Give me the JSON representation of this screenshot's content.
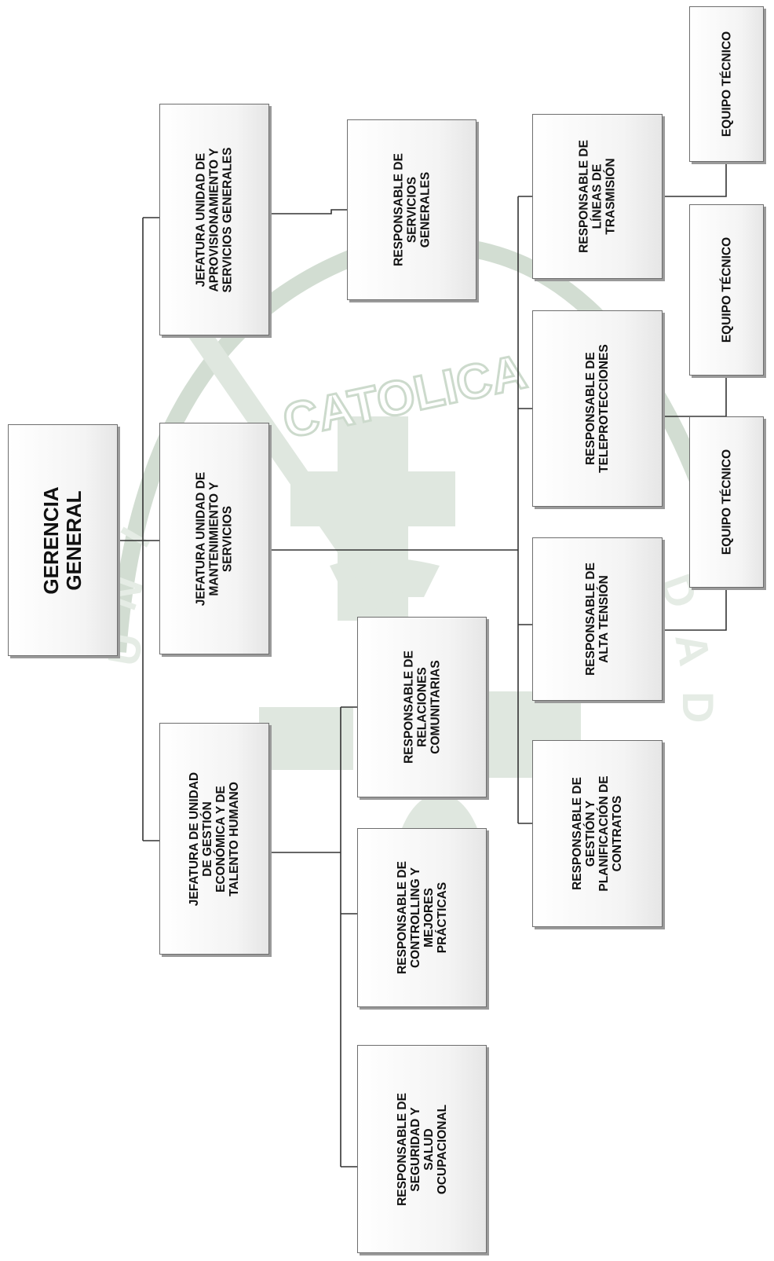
{
  "colors": {
    "box_border": "#6e6e6e",
    "box_shadow": "#9a9a9a",
    "connector": "#333333",
    "watermark": "#9cb59c"
  },
  "watermark": {
    "text": "CATOLICA",
    "letters": [
      "U",
      "N",
      "I",
      "D",
      "A",
      "D"
    ]
  },
  "nodes": {
    "gerencia": "GERENCIA\nGENERAL",
    "jef_aprovisionamiento": "JEFATURA UNIDAD DE\nAPROVISIONAMIENTO Y\nSERVICIOS GENERALES",
    "jef_mantenimiento": "JEFATURA UNIDAD DE\nMANTENIMIENTO Y\nSERVICIOS",
    "jef_gestion": "JEFATURA DE UNIDAD\nDE GESTIÓN\nECONÓMICA Y DE\nTALENTO HUMANO",
    "resp_servicios_generales": "RESPONSABLE DE\nSERVICIOS\nGENERALES",
    "resp_relaciones": "RESPONSABLE DE\nRELACIONES\nCOMUNITARIAS",
    "resp_controlling": "RESPONSABLE DE\nCONTROLLING Y\nMEJORES\nPRÁCTICAS",
    "resp_seguridad": "RESPONSABLE DE\nSEGURIDAD Y\nSALUD\nOCUPACIONAL",
    "resp_lineas": "RESPONSABLE DE\nLÍNEAS DE\nTRASMISIÓN",
    "resp_teleprotecciones": "RESPONSABLE DE\nTELEPROTECCIONES",
    "resp_alta_tension": "RESPONSABLE DE\nALTA TENSIÓN",
    "resp_contratos": "RESPONSABLE DE\nGESTIÓN Y\nPLANIFICACIÓN DE\nCONTRATOS",
    "equipo_1": "EQUIPO TÉCNICO",
    "equipo_2": "EQUIPO TÉCNICO",
    "equipo_3": "EQUIPO TÉCNICO"
  }
}
